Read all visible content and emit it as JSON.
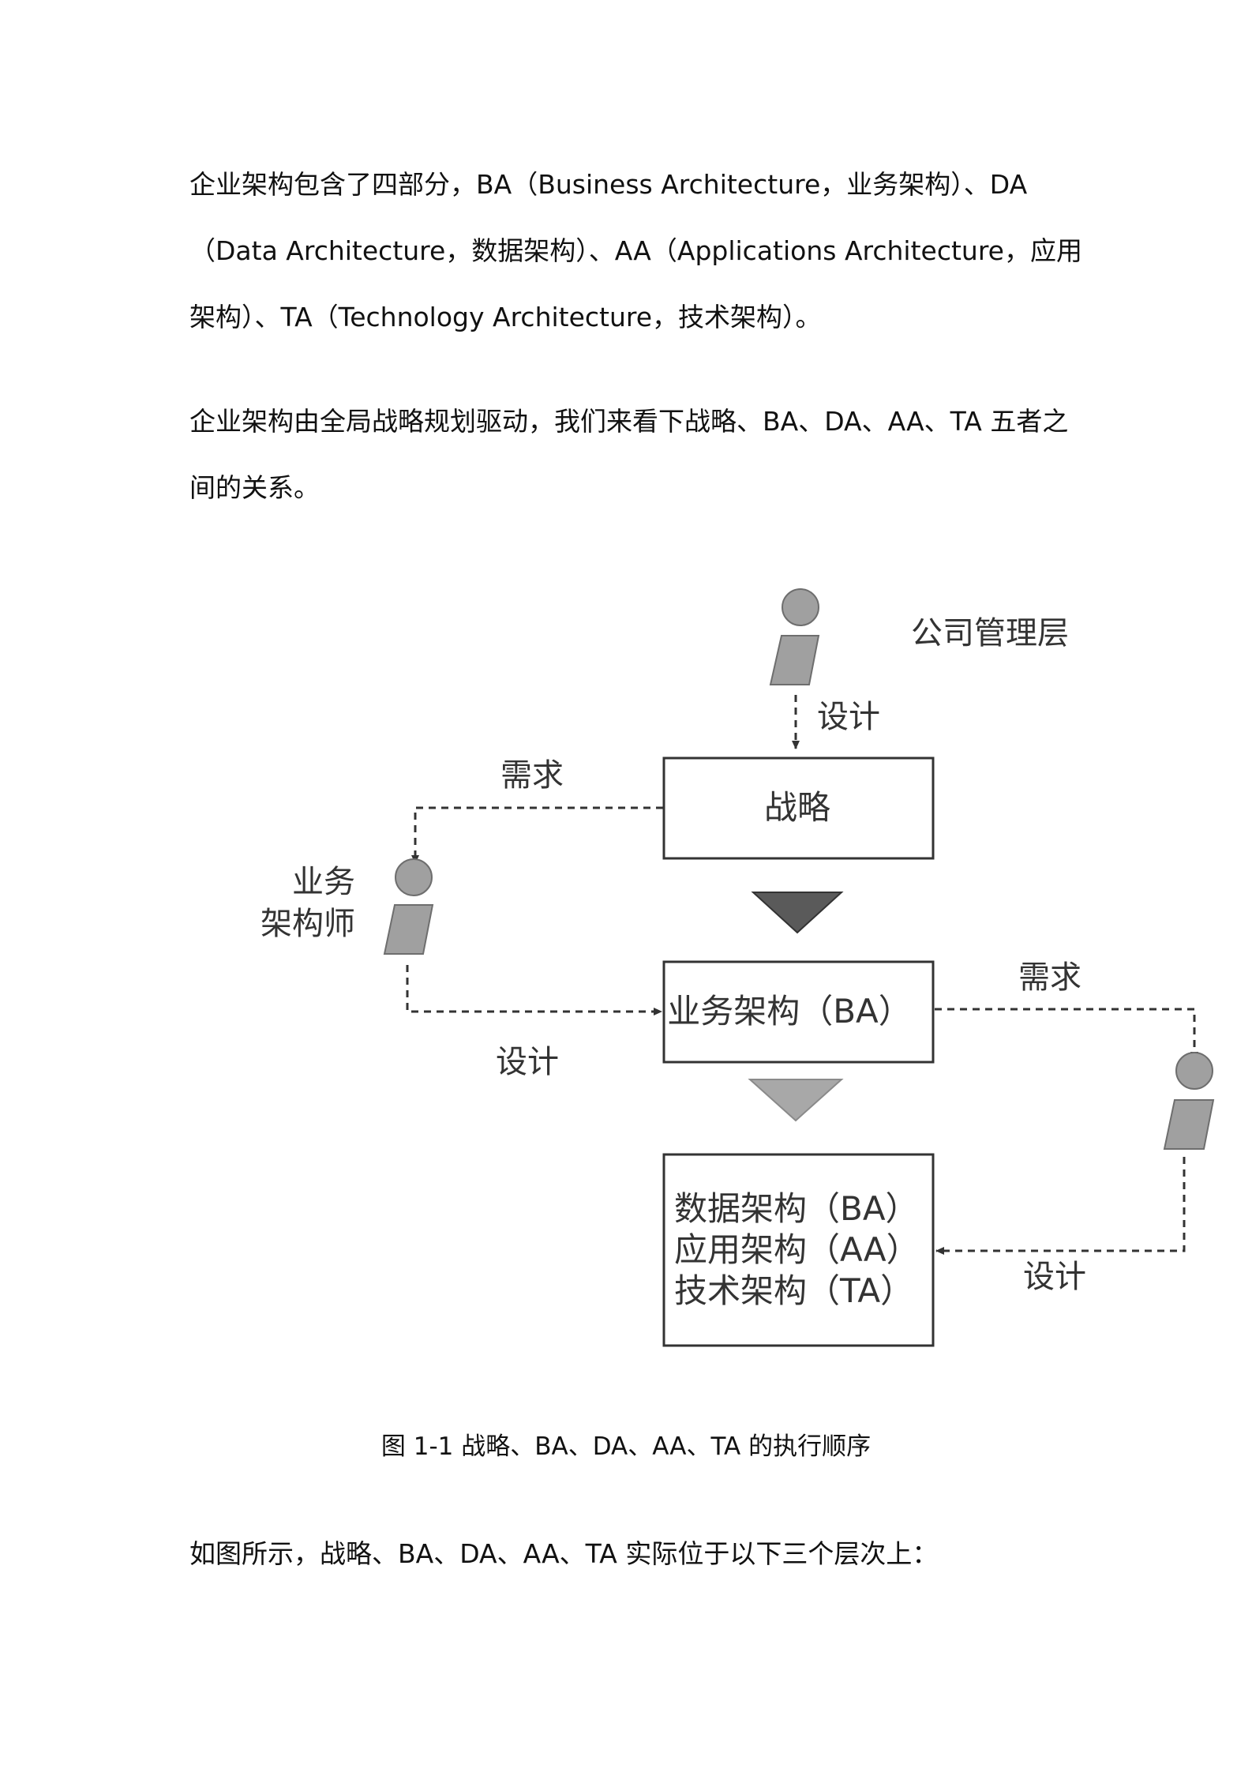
{
  "paragraphs": {
    "p1": "企业架构包含了四部分，BA（Business Architecture，业务架构）、DA（Data Architecture，数据架构）、AA（Applications Architecture，应用架构）、TA（Technology Architecture，技术架构）。",
    "p2": "企业架构由全局战略规划驱动，我们来看下战略、BA、DA、AA、TA 五者之间的关系。",
    "p3": "如图所示，战略、BA、DA、AA、TA 实际位于以下三个层次上："
  },
  "diagram": {
    "management_label": "公司管理层",
    "design_top": "设计",
    "demand_left": "需求",
    "strategy_box": "战略",
    "ba_architect_line1": "业务",
    "ba_architect_line2": "架构师",
    "ba_box": "业务架构（BA）",
    "design_left": "设计",
    "demand_right": "需求",
    "lower_box_line1": "数据架构（BA）",
    "lower_box_line2": "应用架构（AA）",
    "lower_box_line3": "技术架构（TA）",
    "design_right": "设计",
    "colors": {
      "figure_fill": "#a0a0a0",
      "figure_stroke": "#6e6e6e",
      "triangle_dark": "#5a5a5a",
      "triangle_light": "#a8a8a8",
      "line": "#333333"
    }
  },
  "caption": "图 1-1 战略、BA、DA、AA、TA 的执行顺序"
}
